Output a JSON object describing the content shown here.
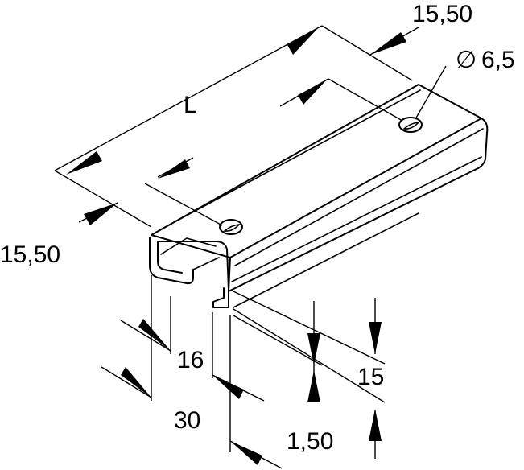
{
  "dimensions": {
    "top_width": "15,50",
    "hole_diameter": "6,5",
    "length": "L",
    "side_width": "15,50",
    "inner_width": "16",
    "outer_width": "30",
    "height": "15",
    "thickness": "1,50"
  },
  "diameter_symbol": "∅"
}
